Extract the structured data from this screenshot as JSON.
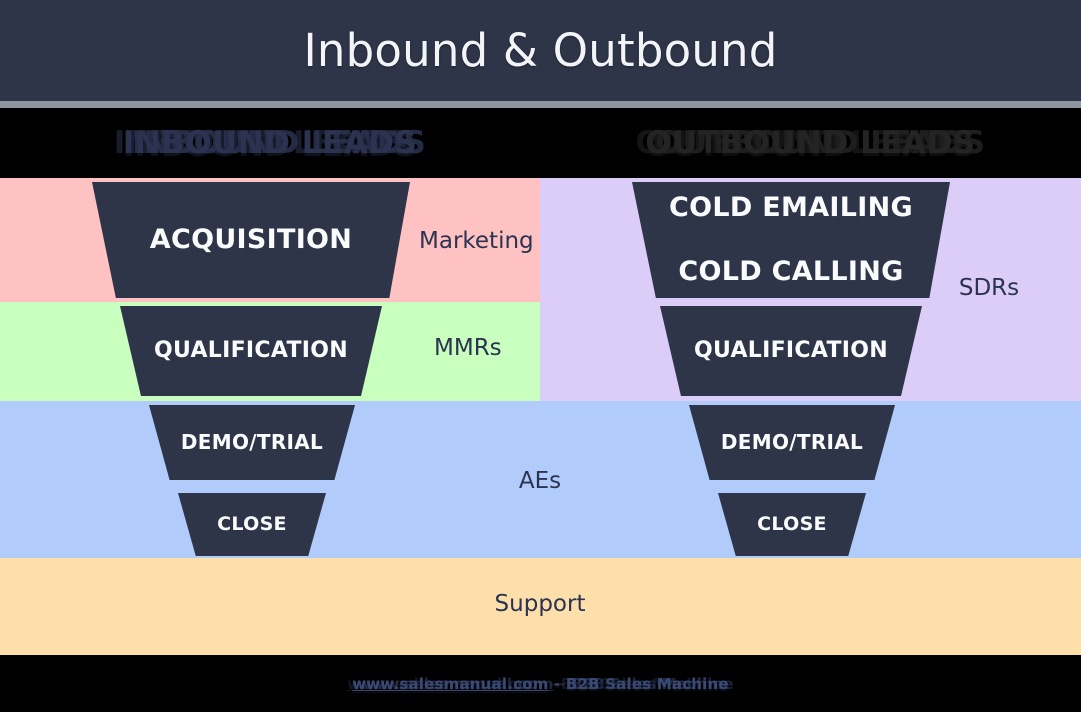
{
  "slide": {
    "title": "Inbound & Outbound",
    "background_color": "#000000",
    "header_color": "#2e3548",
    "rule_color": "#8f959e"
  },
  "columns": {
    "left": {
      "heading": "INBOUND LEADS",
      "heading_color": "#2b3350"
    },
    "right": {
      "heading": "OUTBOUND LEADS",
      "heading_color": "#242424"
    }
  },
  "bands": [
    {
      "name": "acquisition-band-left",
      "color": "#ffc2c2"
    },
    {
      "name": "qualification-band-left",
      "color": "#c8ffbe"
    },
    {
      "name": "sdr-band-right",
      "color": "#dccdf8"
    },
    {
      "name": "ae-band",
      "color": "#b1cbfb"
    },
    {
      "name": "support-band",
      "color": "#fddfab"
    }
  ],
  "funnel": {
    "stage_color": "#2e3548",
    "stage_text_color": "#fafbfd",
    "left": [
      {
        "label": "ACQUISITION"
      },
      {
        "label": "QUALIFICATION"
      },
      {
        "label": "DEMO/TRIAL"
      },
      {
        "label": "CLOSE"
      }
    ],
    "right": [
      {
        "line1": "COLD EMAILING",
        "line2": "COLD CALLING"
      },
      {
        "label": "QUALIFICATION"
      },
      {
        "label": "DEMO/TRIAL"
      },
      {
        "label": "CLOSE"
      }
    ]
  },
  "roles": {
    "marketing": "Marketing",
    "mmrs": "MMRs",
    "sdrs": "SDRs",
    "aes": "AEs",
    "support": "Support"
  },
  "footer": {
    "url": "www.salesmanual.com",
    "separator": " - ",
    "tagline": "B2B Sales Machine"
  }
}
